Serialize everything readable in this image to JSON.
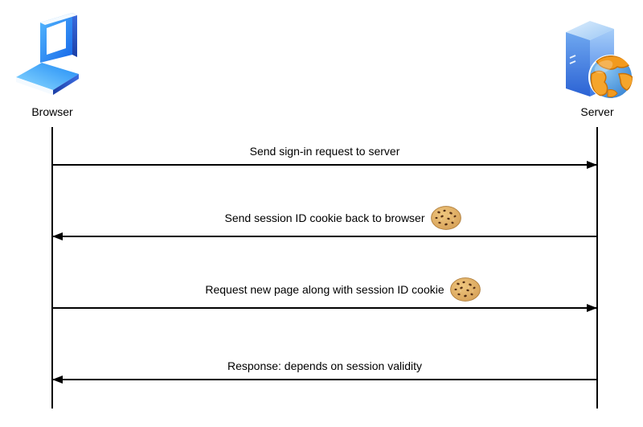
{
  "diagram": {
    "background": "#ffffff",
    "line_color": "#000000",
    "text_color": "#000000"
  },
  "actors": {
    "browser": {
      "label": "Browser",
      "icon": "laptop-browser-icon"
    },
    "server": {
      "label": "Server",
      "icon": "server-globe-icon"
    }
  },
  "messages": [
    {
      "label": "Send sign-in request to server",
      "from": "browser",
      "to": "server",
      "direction": "right",
      "cookie_icon": false
    },
    {
      "label": "Send session ID cookie back to browser",
      "from": "server",
      "to": "browser",
      "direction": "left",
      "cookie_icon": true
    },
    {
      "label": "Request new page along with session ID cookie",
      "from": "browser",
      "to": "server",
      "direction": "right",
      "cookie_icon": true
    },
    {
      "label": "Response: depends on session validity",
      "from": "server",
      "to": "browser",
      "direction": "left",
      "cookie_icon": false
    }
  ],
  "colors": {
    "laptop_blue": "#1E7BF0",
    "laptop_edge_navy": "#1B3FA6",
    "laptop_base_light": "#7FD4FF",
    "server_front_blue": "#2B62D4",
    "server_side_blue": "#8FC3F7",
    "globe_ocean_blue": "#3584D6",
    "globe_land_orange": "#F29A1E",
    "cookie_tan": "#D9A55C",
    "cookie_chip_brown": "#5A3318"
  }
}
